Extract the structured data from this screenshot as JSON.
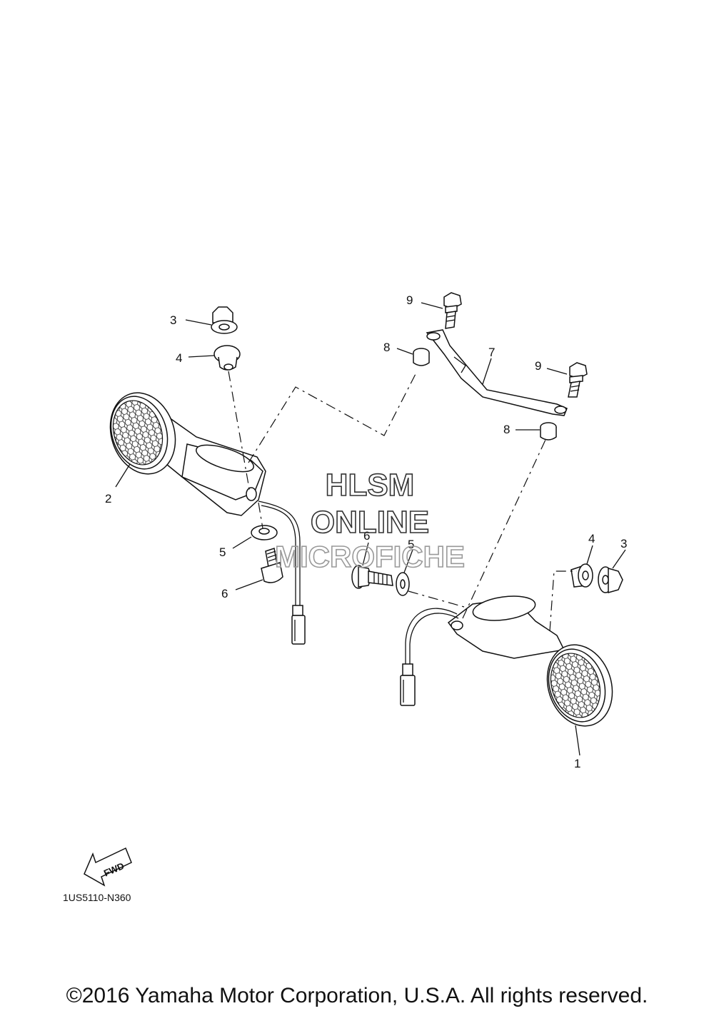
{
  "callouts": {
    "c3_left": "3",
    "c4_left": "4",
    "c2": "2",
    "c5_left": "5",
    "c6_left": "6",
    "c9_top": "9",
    "c8_top": "8",
    "c7": "7",
    "c9_right": "9",
    "c8_right": "8",
    "c6_center": "6",
    "c5_center": "5",
    "c4_right": "4",
    "c3_right": "3",
    "c1": "1"
  },
  "watermark": {
    "line1": "HLSM",
    "line2": "ONLINE",
    "line3": "MICROFICHE"
  },
  "fwd_label": "FWD",
  "diagram_code": "1US5110-N360",
  "copyright": "©2016 Yamaha Motor Corporation, U.S.A. All rights reserved."
}
